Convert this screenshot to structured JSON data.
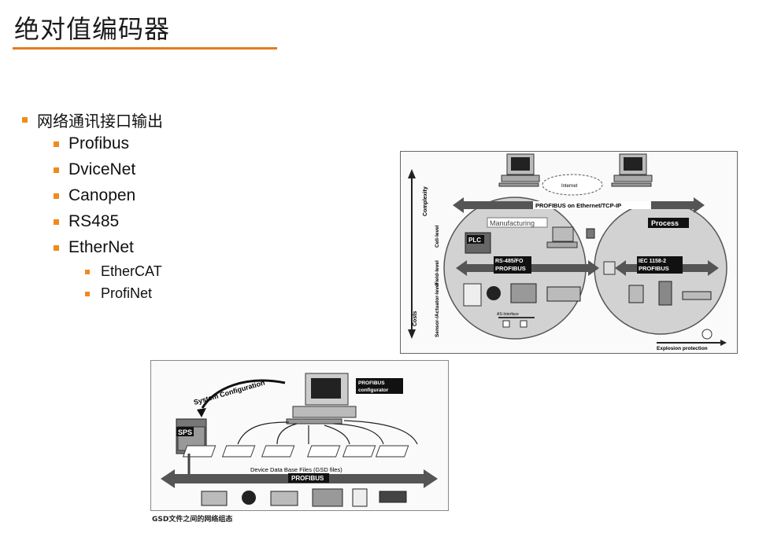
{
  "title": "绝对值编码器",
  "colors": {
    "accent": "#f08a1c",
    "rule": "#e47a22"
  },
  "bullet_main": "网络通讯接口输出",
  "items": [
    "Profibus",
    "DviceNet",
    "Canopen",
    "RS485",
    "EtherNet"
  ],
  "subitems": [
    "EtherCAT",
    "ProfiNet"
  ],
  "figure1": {
    "internet": "Internet",
    "ethernet_bar": "PROFIBUS on Ethernet/TCP-IP",
    "manufacturing": "Manufacturing",
    "process": "Process",
    "plc": "PLC",
    "rs485": "RS-485/FO",
    "profibus_left": "PROFIBUS",
    "iec": "IEC 1158-2",
    "profibus_right": "PROFIBUS",
    "as_interface": "AS-Interface",
    "explosion": "Explosion protection",
    "axis_complexity": "Complexity",
    "axis_costs": "Costs",
    "level_cell": "Cell-level",
    "level_field": "Field-level",
    "level_sensor": "Sensor-/Actuator-level"
  },
  "figure2": {
    "system_config": "System Configuration",
    "configurator": "PROFIBUS configurator",
    "sps": "SPS",
    "gsd": "Device Data Base Files (GSD files)",
    "bus": "PROFIBUS"
  },
  "caption": "GSD文件之间的网络组态"
}
